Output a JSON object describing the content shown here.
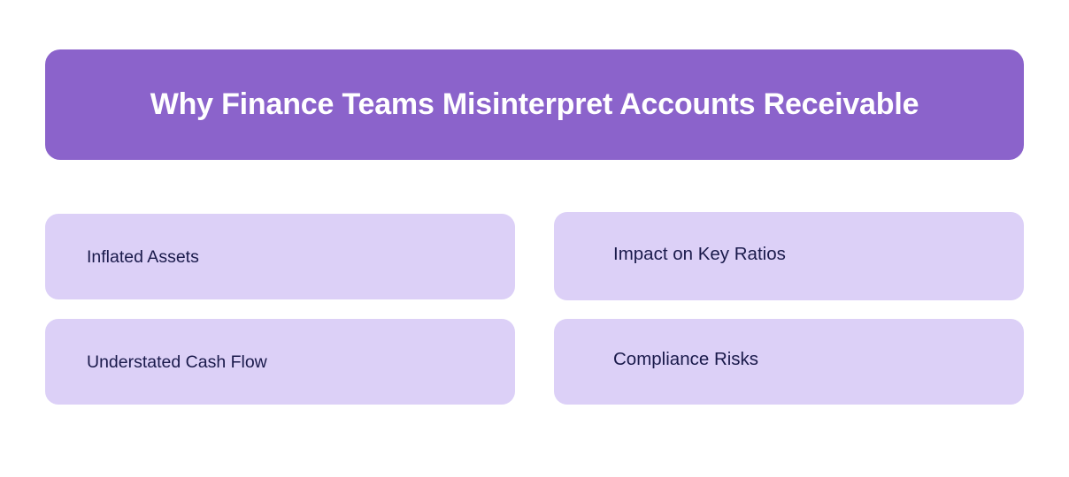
{
  "header": {
    "title": "Why Finance Teams Misinterpret Accounts Receivable",
    "background_color": "#8b63cb",
    "text_color": "#ffffff"
  },
  "theme": {
    "page_background": "#ffffff",
    "card_background": "#dcd0f7",
    "card_text_color": "#1a1a4b",
    "accent_color": "#8b63cb"
  },
  "cards": [
    {
      "label": "Inflated Assets"
    },
    {
      "label": "Impact on Key Ratios"
    },
    {
      "label": "Understated Cash Flow"
    },
    {
      "label": "Compliance Risks"
    }
  ]
}
